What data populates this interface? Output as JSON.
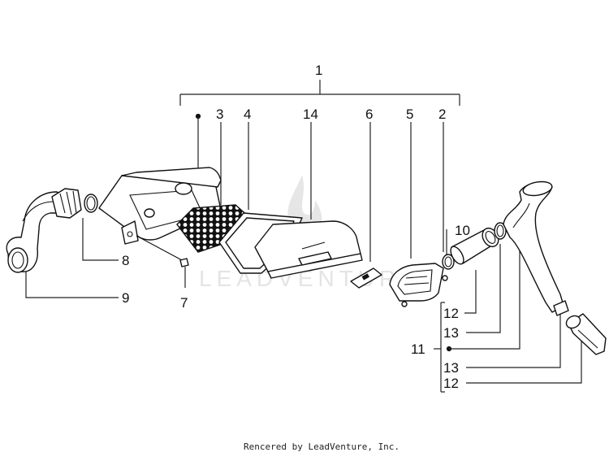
{
  "callouts": {
    "c1": "1",
    "c2": "2",
    "c3": "3",
    "c4": "4",
    "c14": "14",
    "c6": "6",
    "c5": "5",
    "c8": "8",
    "c9": "9",
    "c7": "7",
    "c10": "10",
    "c12a": "12",
    "c13a": "13",
    "c11": "11",
    "c13b": "13",
    "c12b": "12"
  },
  "watermark": {
    "brand": "LEADVENTURE"
  },
  "footer": {
    "credit": "Rencered by LeadVenture, Inc."
  },
  "colors": {
    "line": "#111111",
    "watermark": "#e4e4e4",
    "background": "#ffffff"
  },
  "icons": {
    "watermark_logo": "flame-logo-icon"
  }
}
